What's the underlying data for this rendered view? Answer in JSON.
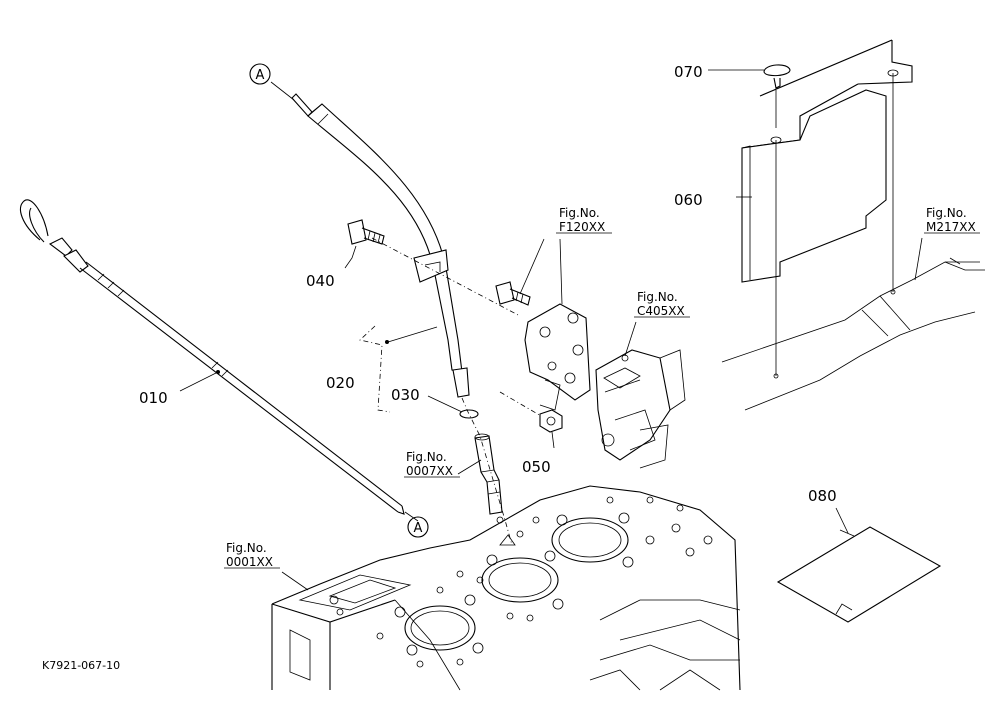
{
  "parts": [
    {
      "id": "p010",
      "label": "010"
    },
    {
      "id": "p020",
      "label": "020"
    },
    {
      "id": "p030",
      "label": "030"
    },
    {
      "id": "p040",
      "label": "040"
    },
    {
      "id": "p050",
      "label": "050"
    },
    {
      "id": "p060",
      "label": "060"
    },
    {
      "id": "p070",
      "label": "070"
    },
    {
      "id": "p080",
      "label": "080"
    }
  ],
  "figure_refs": [
    {
      "id": "f120",
      "prefix": "Fig.No.",
      "code": "F120XX"
    },
    {
      "id": "c405",
      "prefix": "Fig.No.",
      "code": "C405XX"
    },
    {
      "id": "m217",
      "prefix": "Fig.No.",
      "code": "M217XX"
    },
    {
      "id": "f0007",
      "prefix": "Fig.No.",
      "code": "0007XX"
    },
    {
      "id": "f0001",
      "prefix": "Fig.No.",
      "code": "0001XX"
    }
  ],
  "callouts": {
    "top": "A",
    "bottom": "A"
  },
  "drawing_code": "K7921-067-10"
}
